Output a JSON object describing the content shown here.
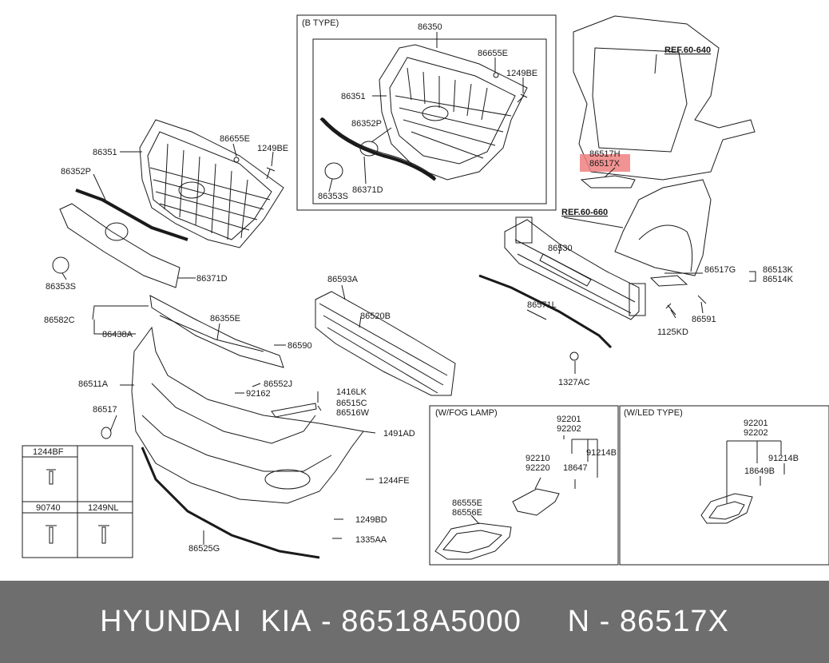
{
  "footer": {
    "brand": "HYUNDAI  KIA",
    "separator1": " - ",
    "oem_number": "86518A5000",
    "spacer": "     ",
    "prefix": "N",
    "separator2": " - ",
    "part_code": "86517X"
  },
  "insets": {
    "b_type": "(B TYPE)",
    "fog_lamp": "(W/FOG LAMP)",
    "led_type": "(W/LED TYPE)"
  },
  "refs": {
    "ref1": "REF.60-640",
    "ref2": "REF.60-660"
  },
  "highlight_color": "#f08080",
  "labels": {
    "b86350": "86350",
    "b86655E": "86655E",
    "b1249BE": "1249BE",
    "b86351": "86351",
    "b86352P": "86352P",
    "b86353S": "86353S",
    "b86371D": "86371D",
    "l86351": "86351",
    "l86655E": "86655E",
    "l1249BE": "1249BE",
    "l86352P": "86352P",
    "l86353S": "86353S",
    "l86371D": "86371D",
    "l86582C": "86582C",
    "l86438A": "86438A",
    "l86355E": "86355E",
    "l86590": "86590",
    "l86593A": "86593A",
    "l86520B": "86520B",
    "l86552J": "86552J",
    "l92162": "92162",
    "l86511A": "86511A",
    "l86517": "86517",
    "l1416LK": "1416LK",
    "l86515C": "86515C",
    "l86516W": "86516W",
    "l1491AD": "1491AD",
    "l1244FE": "1244FE",
    "l1249BD": "1249BD",
    "l1335AA": "1335AA",
    "l86525G": "86525G",
    "r86517H": "86517H",
    "r86517X": "86517X",
    "r86530": "86530",
    "r86571L": "86571L",
    "r1327AC": "1327AC",
    "r86517G": "86517G",
    "r86513K": "86513K",
    "r86514K": "86514K",
    "r86591": "86591",
    "r1125KD": "1125KD",
    "f92201": "92201",
    "f92202": "92202",
    "f92210": "92210",
    "f92220": "92220",
    "f91214B": "91214B",
    "f18647": "18647",
    "f86555E": "86555E",
    "f86556E": "86556E",
    "d92201": "92201",
    "d92202": "92202",
    "d91214B": "91214B",
    "d18649B": "18649B",
    "t1244BF": "1244BF",
    "t90740": "90740",
    "t1249NL": "1249NL"
  }
}
